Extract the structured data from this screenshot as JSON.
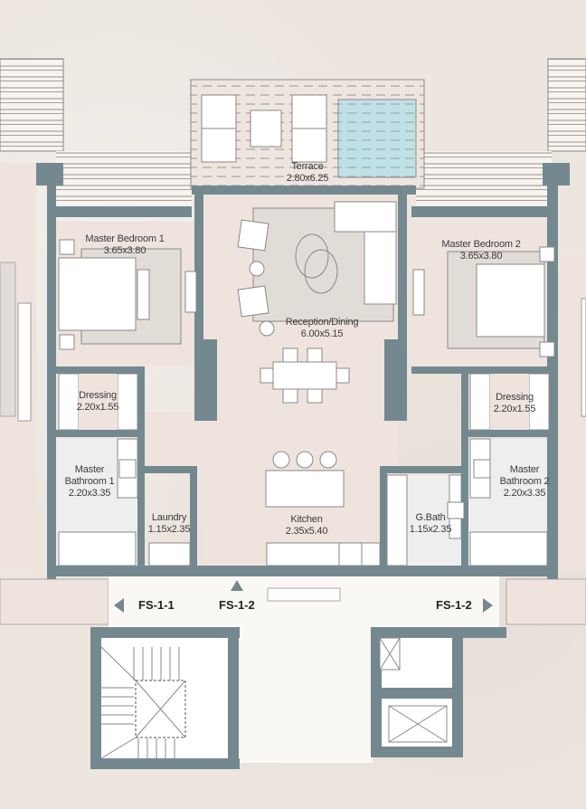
{
  "colors": {
    "wall": "#74898f",
    "floor": "#efe3de",
    "wet_floor": "#eeeeef",
    "corridor": "#faf8f5",
    "pool": "#bfe1e6",
    "rug": "#e2dcd7",
    "furniture": "#ffffff",
    "outline": "#8a8a8a",
    "arrow": "#74898f"
  },
  "rooms": [
    {
      "id": "terrace",
      "name": "Terrace",
      "size": "2.80x6.25"
    },
    {
      "id": "master-bedroom-1",
      "name": "Master Bedroom 1",
      "size": "3.65x3.80"
    },
    {
      "id": "reception-dining",
      "name": "Reception/Dining",
      "size": "6.00x5.15"
    },
    {
      "id": "master-bedroom-2",
      "name": "Master Bedroom 2",
      "size": "3.65x3.80"
    },
    {
      "id": "dressing-1",
      "name": "Dressing",
      "size": "2.20x1.55"
    },
    {
      "id": "dressing-2",
      "name": "Dressing",
      "size": "2.20x1.55"
    },
    {
      "id": "master-bathroom-1",
      "name": "Master Bathroom 1",
      "size": "2.20x3.35"
    },
    {
      "id": "laundry",
      "name": "Laundry",
      "size": "1.15x2.35"
    },
    {
      "id": "kitchen",
      "name": "Kitchen",
      "size": "2.35x5.40"
    },
    {
      "id": "g-bath",
      "name": "G.Bath",
      "size": "1.15x2.35"
    },
    {
      "id": "master-bathroom-2",
      "name": "Master Bathroom 2",
      "size": "2.20x3.35"
    }
  ],
  "corridor_labels": [
    {
      "text": "FS-1-1",
      "arrow": "left"
    },
    {
      "text": "FS-1-2",
      "arrow": "up"
    },
    {
      "text": "FS-1-2",
      "arrow": "right"
    }
  ]
}
